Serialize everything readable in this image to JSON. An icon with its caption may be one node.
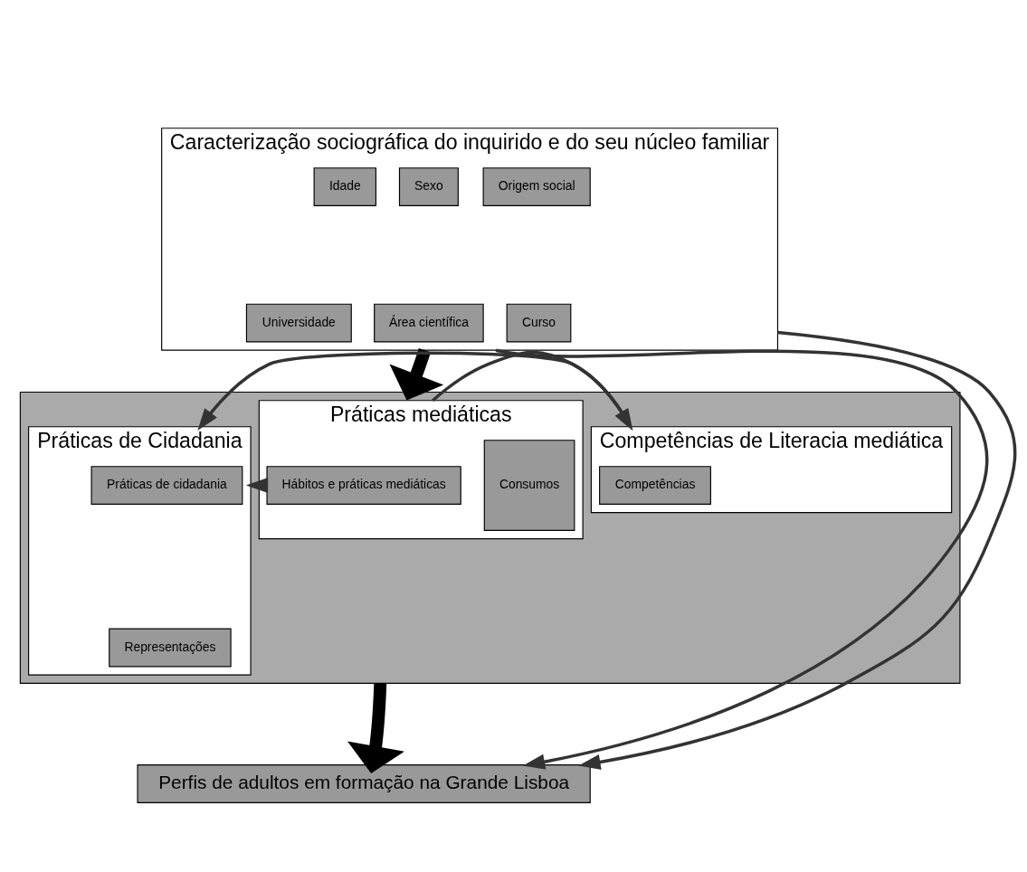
{
  "diagram": {
    "nodes": [
      {
        "text": [
          "Caracterização sociográfica do inquirido e do seu núcleo familiar"
        ]
      },
      {
        "text": [
          "Sexo"
        ],
        "in": 0
      },
      {
        "text": [
          "Idade"
        ],
        "in": 0
      },
      {
        "text": [
          "Origem social"
        ],
        "in": 0
      },
      {
        "text": [
          "Área científica"
        ],
        "in": 0
      },
      {
        "text": [
          "Universidade"
        ],
        "in": 0
      },
      {
        "text": [
          "Curso"
        ],
        "in": 0
      },
      {
        "text": [],
        "shape": "box"
      },
      {
        "text": [
          "Práticas mediáticas"
        ],
        "in": 7
      },
      {
        "text": [
          "Hábitos e práticas mediáticas"
        ],
        "in": 8
      },
      {
        "text": [
          "Consumos"
        ],
        "in": 8
      },
      {
        "text": [
          "Competências de Literacia mediática"
        ],
        "in": 7
      },
      {
        "text": [
          "Competências"
        ],
        "in": 11
      },
      {
        "text": [
          "Práticas de Cidadania"
        ],
        "in": 7
      },
      {
        "text": [
          "Práticas de cidadania"
        ],
        "in": 13
      },
      {
        "text": [
          "Representações"
        ],
        "in": 13
      },
      {
        "text": [
          "Perfis de adultos em formação na Grande Lisboa"
        ]
      }
    ],
    "edges": [
      {
        "from": 0,
        "to": 7,
        "arrow": "to",
        "style": "thick",
        "color": "#000000"
      },
      {
        "from": 7,
        "to": 16,
        "arrow": "to",
        "style": "thick",
        "color": "#000000"
      },
      {
        "from": 0,
        "to": 16,
        "arrow": "to"
      },
      {
        "from": 0,
        "to": 16,
        "arrow": "to"
      },
      {
        "from": 8,
        "to": 11,
        "arrow": "to"
      },
      {
        "from": 11,
        "to": 13,
        "arrow": "to"
      },
      {
        "from": 8,
        "to": 13,
        "arrow": "to"
      }
    ]
  }
}
